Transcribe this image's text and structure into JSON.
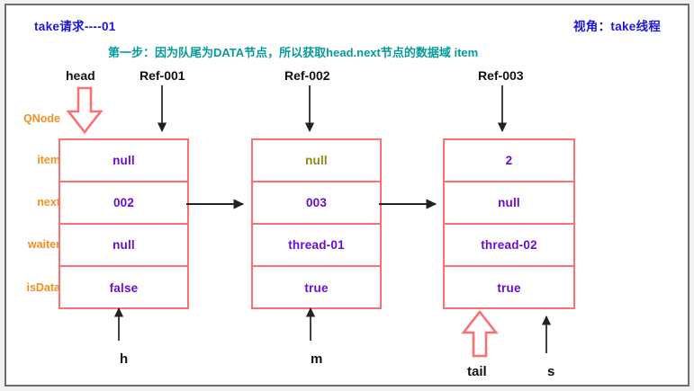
{
  "diagram": {
    "title_left": "take请求----01",
    "title_right": "视角：take线程",
    "step_note": "第一步：因为队尾为DATA节点，所以获取head.next节点的数据域 item",
    "class_label": "QNode",
    "field_labels": [
      "item",
      "next",
      "waiter",
      "isData"
    ],
    "colors": {
      "title": "#1b16d8",
      "step_note": "#069a9a",
      "field_label": "#f5901e",
      "node_border": "#fb7070",
      "value": "#6a0dd0",
      "value_highlight": "#8a8a12",
      "arrow": "#222222",
      "block_arrow": "#fb7070"
    },
    "top_pointers": [
      {
        "label": "head",
        "kind": "block-arrow-down"
      },
      {
        "label": "Ref-001",
        "kind": "arrow-down"
      },
      {
        "label": "Ref-002",
        "kind": "arrow-down"
      },
      {
        "label": "Ref-003",
        "kind": "arrow-down"
      }
    ],
    "bottom_pointers": [
      {
        "label": "h",
        "kind": "arrow-up"
      },
      {
        "label": "m",
        "kind": "arrow-up"
      },
      {
        "label": "tail",
        "kind": "block-arrow-up"
      },
      {
        "label": "s",
        "kind": "arrow-up"
      }
    ],
    "nodes": [
      {
        "ref": "Ref-001",
        "item": "null",
        "next": "002",
        "waiter": "null",
        "isData": "false",
        "item_highlight": false
      },
      {
        "ref": "Ref-002",
        "item": "null",
        "next": "003",
        "waiter": "thread-01",
        "isData": "true",
        "item_highlight": true
      },
      {
        "ref": "Ref-003",
        "item": "2",
        "next": "null",
        "waiter": "thread-02",
        "isData": "true",
        "item_highlight": false
      }
    ],
    "links": [
      {
        "from": "Ref-001.next",
        "to": "Ref-002"
      },
      {
        "from": "Ref-002.next",
        "to": "Ref-003"
      }
    ]
  }
}
